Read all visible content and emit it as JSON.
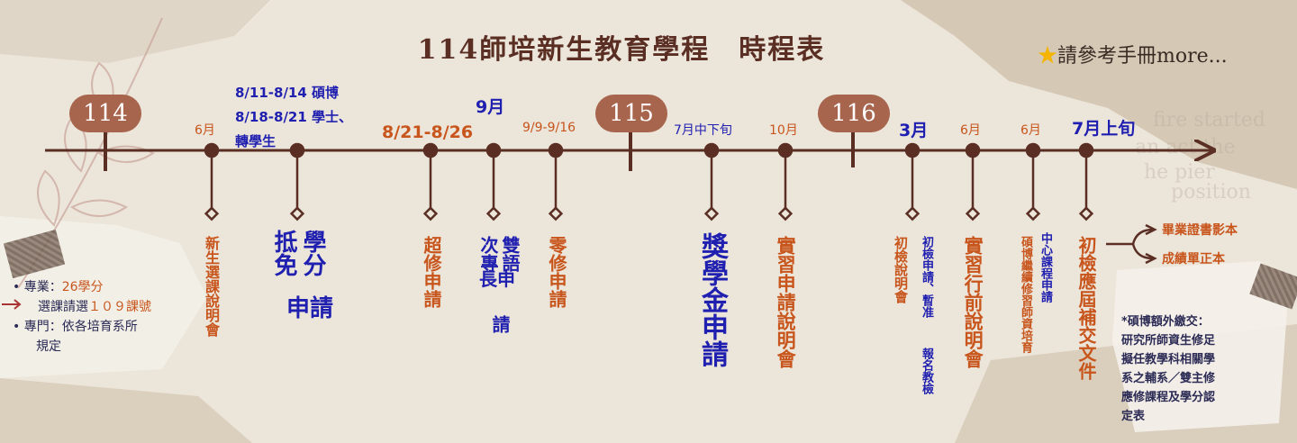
{
  "title": "114師培新生教育學程　時程表",
  "more": "請參考手冊more...",
  "years": [
    "114",
    "115",
    "116"
  ],
  "labels": {
    "jun1": "6月",
    "reg_ms": "8/11-8/14 碩博",
    "reg_ba": "8/18-8/21 學士、",
    "reg_tr": "轉學生",
    "aug": "8/21-8/26",
    "sep": "9月",
    "sep2": "9/9-9/16",
    "jul": "7月中下旬",
    "oct": "10月",
    "mar": "3月",
    "jun2": "6月",
    "jun3": "6月",
    "jul2": "7月上旬"
  },
  "events": {
    "e1": "新生選課說明會",
    "e2a": "學分",
    "e2b": "抵免",
    "e2c": "申請",
    "e3": "超修申請",
    "e4a": "雙語",
    "e4b": "次專",
    "e4c": "長申",
    "e4d": "請",
    "e5": "零修申請",
    "e6": "獎學金申請",
    "e7": "實習申請說明會",
    "e8": "初檢說明會",
    "e9a": "初檢申請、暫准",
    "e9b": "報名教檢",
    "e10": "實習行前說明會",
    "e11a": "中心課程申請",
    "e11b": "碩博繼續修習師資培育",
    "e12": "初檢應屆補交文件"
  },
  "branch": {
    "a": "畢業證書影本",
    "b": "成績單正本"
  },
  "leftnote": {
    "l1a": "專業：",
    "l1b": "26學分",
    "l2a": "選課請選",
    "l2b": "１０９課號",
    "l3": "專門：依各培育系所",
    "l4": "規定"
  },
  "rightnote": {
    "r1": "*碩博額外繳交：",
    "r2": "研究所師資生修足",
    "r3": "擬任教學科相關學",
    "r4": "系之輔系／雙主修",
    "r5": "應修課程及學分認",
    "r6": "定表"
  },
  "colors": {
    "brown": "#5a2e23",
    "orange": "#c8551c",
    "blue": "#1f1fb0",
    "year": "#a8654d"
  }
}
